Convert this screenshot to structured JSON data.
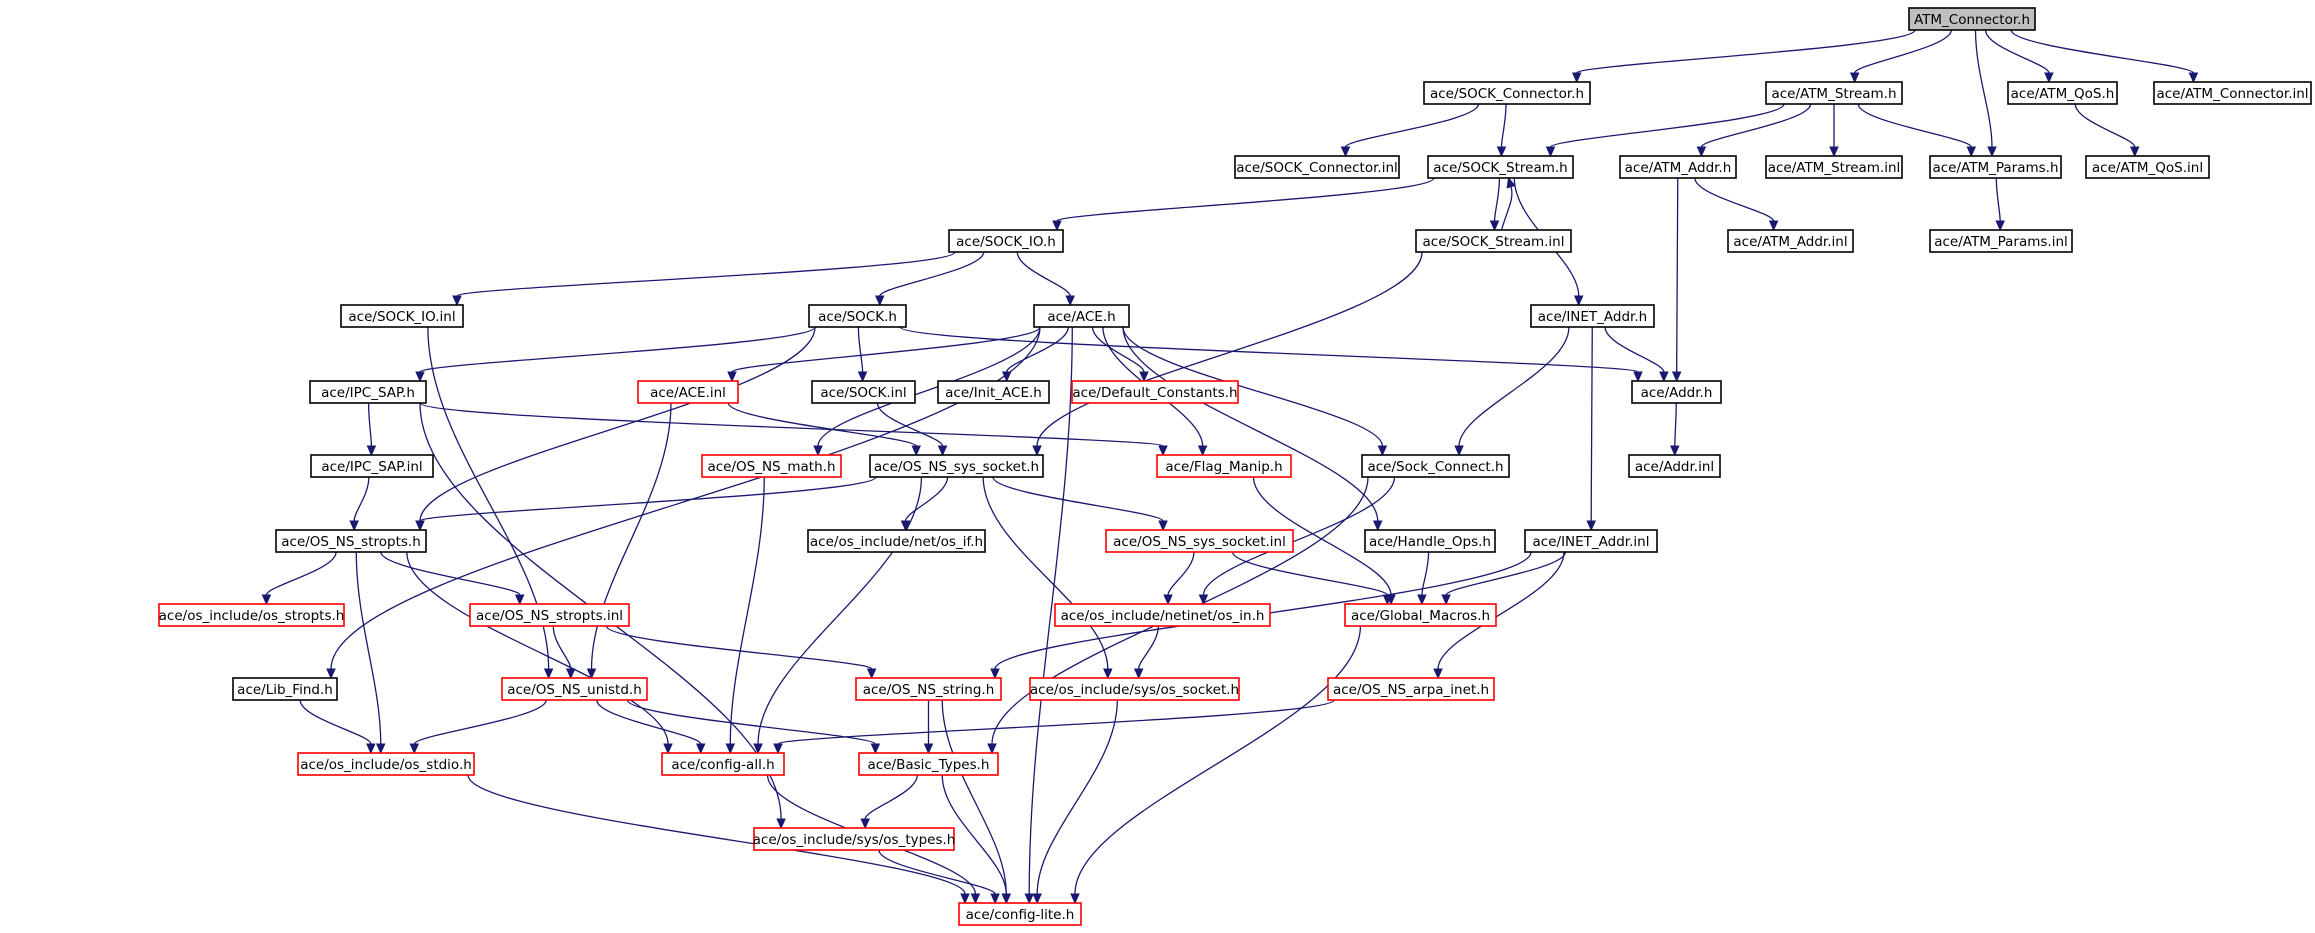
{
  "colors": {
    "edge": "#191970",
    "border_normal": "#000000",
    "border_incomplete": "#ff0000",
    "fill_root": "#bfbfbf",
    "fill_normal": "#ffffff"
  },
  "graph": {
    "nodes": [
      {
        "id": "atm_connector_h",
        "label": "ATM_Connector.h",
        "style": "root"
      },
      {
        "id": "sock_connector_h",
        "label": "ace/SOCK_Connector.h",
        "style": "normal"
      },
      {
        "id": "atm_stream_h",
        "label": "ace/ATM_Stream.h",
        "style": "normal"
      },
      {
        "id": "atm_qos_h",
        "label": "ace/ATM_QoS.h",
        "style": "normal"
      },
      {
        "id": "atm_connector_inl",
        "label": "ace/ATM_Connector.inl",
        "style": "normal"
      },
      {
        "id": "sock_connector_inl",
        "label": "ace/SOCK_Connector.inl",
        "style": "normal"
      },
      {
        "id": "sock_stream_h",
        "label": "ace/SOCK_Stream.h",
        "style": "normal"
      },
      {
        "id": "atm_addr_h",
        "label": "ace/ATM_Addr.h",
        "style": "normal"
      },
      {
        "id": "atm_stream_inl",
        "label": "ace/ATM_Stream.inl",
        "style": "normal"
      },
      {
        "id": "atm_params_h",
        "label": "ace/ATM_Params.h",
        "style": "normal"
      },
      {
        "id": "atm_qos_inl",
        "label": "ace/ATM_QoS.inl",
        "style": "normal"
      },
      {
        "id": "sock_io_h",
        "label": "ace/SOCK_IO.h",
        "style": "normal"
      },
      {
        "id": "sock_stream_inl",
        "label": "ace/SOCK_Stream.inl",
        "style": "normal"
      },
      {
        "id": "atm_addr_inl",
        "label": "ace/ATM_Addr.inl",
        "style": "normal"
      },
      {
        "id": "atm_params_inl",
        "label": "ace/ATM_Params.inl",
        "style": "normal"
      },
      {
        "id": "sock_io_inl",
        "label": "ace/SOCK_IO.inl",
        "style": "normal"
      },
      {
        "id": "sock_h",
        "label": "ace/SOCK.h",
        "style": "normal"
      },
      {
        "id": "ace_h",
        "label": "ace/ACE.h",
        "style": "normal"
      },
      {
        "id": "inet_addr_h",
        "label": "ace/INET_Addr.h",
        "style": "normal"
      },
      {
        "id": "ipc_sap_h",
        "label": "ace/IPC_SAP.h",
        "style": "normal"
      },
      {
        "id": "ace_inl",
        "label": "ace/ACE.inl",
        "style": "incomplete"
      },
      {
        "id": "sock_inl",
        "label": "ace/SOCK.inl",
        "style": "normal"
      },
      {
        "id": "init_ace_h",
        "label": "ace/Init_ACE.h",
        "style": "normal"
      },
      {
        "id": "default_constants_h",
        "label": "ace/Default_Constants.h",
        "style": "incomplete"
      },
      {
        "id": "addr_h",
        "label": "ace/Addr.h",
        "style": "normal"
      },
      {
        "id": "ipc_sap_inl",
        "label": "ace/IPC_SAP.inl",
        "style": "normal"
      },
      {
        "id": "os_ns_math_h",
        "label": "ace/OS_NS_math.h",
        "style": "incomplete"
      },
      {
        "id": "os_ns_sys_socket_h",
        "label": "ace/OS_NS_sys_socket.h",
        "style": "normal"
      },
      {
        "id": "flag_manip_h",
        "label": "ace/Flag_Manip.h",
        "style": "incomplete"
      },
      {
        "id": "sock_connect_h",
        "label": "ace/Sock_Connect.h",
        "style": "normal"
      },
      {
        "id": "addr_inl",
        "label": "ace/Addr.inl",
        "style": "normal"
      },
      {
        "id": "os_ns_stropts_h",
        "label": "ace/OS_NS_stropts.h",
        "style": "normal"
      },
      {
        "id": "os_if_h",
        "label": "ace/os_include/net/os_if.h",
        "style": "normal"
      },
      {
        "id": "os_ns_sys_socket_inl",
        "label": "ace/OS_NS_sys_socket.inl",
        "style": "incomplete"
      },
      {
        "id": "handle_ops_h",
        "label": "ace/Handle_Ops.h",
        "style": "normal"
      },
      {
        "id": "inet_addr_inl",
        "label": "ace/INET_Addr.inl",
        "style": "normal"
      },
      {
        "id": "os_stropts_h",
        "label": "ace/os_include/os_stropts.h",
        "style": "incomplete"
      },
      {
        "id": "os_ns_stropts_inl",
        "label": "ace/OS_NS_stropts.inl",
        "style": "incomplete"
      },
      {
        "id": "os_in_h",
        "label": "ace/os_include/netinet/os_in.h",
        "style": "incomplete"
      },
      {
        "id": "global_macros_h",
        "label": "ace/Global_Macros.h",
        "style": "incomplete"
      },
      {
        "id": "lib_find_h",
        "label": "ace/Lib_Find.h",
        "style": "normal"
      },
      {
        "id": "os_ns_unistd_h",
        "label": "ace/OS_NS_unistd.h",
        "style": "incomplete"
      },
      {
        "id": "os_ns_string_h",
        "label": "ace/OS_NS_string.h",
        "style": "incomplete"
      },
      {
        "id": "os_socket_h",
        "label": "ace/os_include/sys/os_socket.h",
        "style": "incomplete"
      },
      {
        "id": "os_ns_arpa_inet_h",
        "label": "ace/OS_NS_arpa_inet.h",
        "style": "incomplete"
      },
      {
        "id": "os_stdio_h",
        "label": "ace/os_include/os_stdio.h",
        "style": "incomplete"
      },
      {
        "id": "config_all_h",
        "label": "ace/config-all.h",
        "style": "incomplete"
      },
      {
        "id": "basic_types_h",
        "label": "ace/Basic_Types.h",
        "style": "incomplete"
      },
      {
        "id": "os_types_h",
        "label": "ace/os_include/sys/os_types.h",
        "style": "incomplete"
      },
      {
        "id": "config_lite_h",
        "label": "ace/config-lite.h",
        "style": "incomplete"
      }
    ],
    "edges": [
      [
        "atm_connector_h",
        "sock_connector_h"
      ],
      [
        "atm_connector_h",
        "atm_stream_h"
      ],
      [
        "atm_connector_h",
        "atm_params_h"
      ],
      [
        "atm_connector_h",
        "atm_qos_h"
      ],
      [
        "atm_connector_h",
        "atm_connector_inl"
      ],
      [
        "sock_connector_h",
        "sock_stream_h"
      ],
      [
        "sock_connector_h",
        "sock_connector_inl"
      ],
      [
        "atm_stream_h",
        "sock_stream_h"
      ],
      [
        "atm_stream_h",
        "atm_addr_h"
      ],
      [
        "atm_stream_h",
        "atm_params_h"
      ],
      [
        "atm_stream_h",
        "atm_stream_inl"
      ],
      [
        "atm_qos_h",
        "atm_qos_inl"
      ],
      [
        "atm_params_h",
        "atm_params_inl"
      ],
      [
        "atm_addr_h",
        "addr_h"
      ],
      [
        "atm_addr_h",
        "atm_addr_inl"
      ],
      [
        "sock_stream_h",
        "sock_io_h"
      ],
      [
        "sock_stream_h",
        "inet_addr_h"
      ],
      [
        "sock_stream_h",
        "sock_stream_inl"
      ],
      [
        "sock_stream_inl",
        "sock_stream_h"
      ],
      [
        "sock_stream_inl",
        "os_ns_sys_socket_h"
      ],
      [
        "sock_io_h",
        "sock_h"
      ],
      [
        "sock_io_h",
        "ace_h"
      ],
      [
        "sock_io_h",
        "sock_io_inl"
      ],
      [
        "sock_io_inl",
        "os_ns_unistd_h"
      ],
      [
        "sock_h",
        "addr_h"
      ],
      [
        "sock_h",
        "ipc_sap_h"
      ],
      [
        "sock_h",
        "sock_inl"
      ],
      [
        "sock_h",
        "os_ns_stropts_h"
      ],
      [
        "ace_h",
        "flag_manip_h"
      ],
      [
        "ace_h",
        "handle_ops_h"
      ],
      [
        "ace_h",
        "lib_find_h"
      ],
      [
        "ace_h",
        "init_ace_h"
      ],
      [
        "ace_h",
        "sock_connect_h"
      ],
      [
        "ace_h",
        "default_constants_h"
      ],
      [
        "ace_h",
        "ace_inl"
      ],
      [
        "ace_h",
        "os_ns_math_h"
      ],
      [
        "ace_h",
        "config_lite_h"
      ],
      [
        "ace_inl",
        "os_ns_sys_socket_h"
      ],
      [
        "ace_inl",
        "os_ns_unistd_h"
      ],
      [
        "sock_inl",
        "os_ns_sys_socket_h"
      ],
      [
        "inet_addr_h",
        "sock_connect_h"
      ],
      [
        "inet_addr_h",
        "addr_h"
      ],
      [
        "inet_addr_h",
        "inet_addr_inl"
      ],
      [
        "addr_h",
        "addr_inl"
      ],
      [
        "ipc_sap_h",
        "flag_manip_h"
      ],
      [
        "ipc_sap_h",
        "os_types_h"
      ],
      [
        "ipc_sap_h",
        "ipc_sap_inl"
      ],
      [
        "ipc_sap_inl",
        "os_ns_stropts_h"
      ],
      [
        "os_ns_math_h",
        "config_all_h"
      ],
      [
        "os_ns_sys_socket_h",
        "os_ns_stropts_h"
      ],
      [
        "os_ns_sys_socket_h",
        "os_if_h"
      ],
      [
        "os_ns_sys_socket_h",
        "os_socket_h"
      ],
      [
        "os_ns_sys_socket_h",
        "os_ns_sys_socket_inl"
      ],
      [
        "os_ns_sys_socket_h",
        "config_all_h"
      ],
      [
        "flag_manip_h",
        "global_macros_h"
      ],
      [
        "sock_connect_h",
        "basic_types_h"
      ],
      [
        "sock_connect_h",
        "os_in_h"
      ],
      [
        "handle_ops_h",
        "global_macros_h"
      ],
      [
        "os_ns_sys_socket_inl",
        "os_in_h"
      ],
      [
        "os_ns_sys_socket_inl",
        "global_macros_h"
      ],
      [
        "inet_addr_inl",
        "os_ns_string_h"
      ],
      [
        "inet_addr_inl",
        "global_macros_h"
      ],
      [
        "inet_addr_inl",
        "os_ns_arpa_inet_h"
      ],
      [
        "os_ns_stropts_h",
        "os_stropts_h"
      ],
      [
        "os_ns_stropts_h",
        "os_ns_stropts_inl"
      ],
      [
        "os_ns_stropts_h",
        "os_stdio_h"
      ],
      [
        "os_ns_stropts_h",
        "config_all_h"
      ],
      [
        "os_ns_stropts_inl",
        "os_ns_unistd_h"
      ],
      [
        "os_ns_stropts_inl",
        "os_ns_string_h"
      ],
      [
        "os_in_h",
        "os_socket_h"
      ],
      [
        "global_macros_h",
        "config_lite_h"
      ],
      [
        "lib_find_h",
        "os_stdio_h"
      ],
      [
        "os_ns_unistd_h",
        "os_stdio_h"
      ],
      [
        "os_ns_unistd_h",
        "config_all_h"
      ],
      [
        "os_ns_unistd_h",
        "basic_types_h"
      ],
      [
        "os_ns_string_h",
        "basic_types_h"
      ],
      [
        "os_ns_string_h",
        "config_lite_h"
      ],
      [
        "os_socket_h",
        "config_lite_h"
      ],
      [
        "os_ns_arpa_inet_h",
        "config_all_h"
      ],
      [
        "os_stdio_h",
        "config_lite_h"
      ],
      [
        "config_all_h",
        "config_lite_h"
      ],
      [
        "basic_types_h",
        "os_types_h"
      ],
      [
        "basic_types_h",
        "config_lite_h"
      ],
      [
        "os_types_h",
        "config_lite_h"
      ]
    ]
  }
}
